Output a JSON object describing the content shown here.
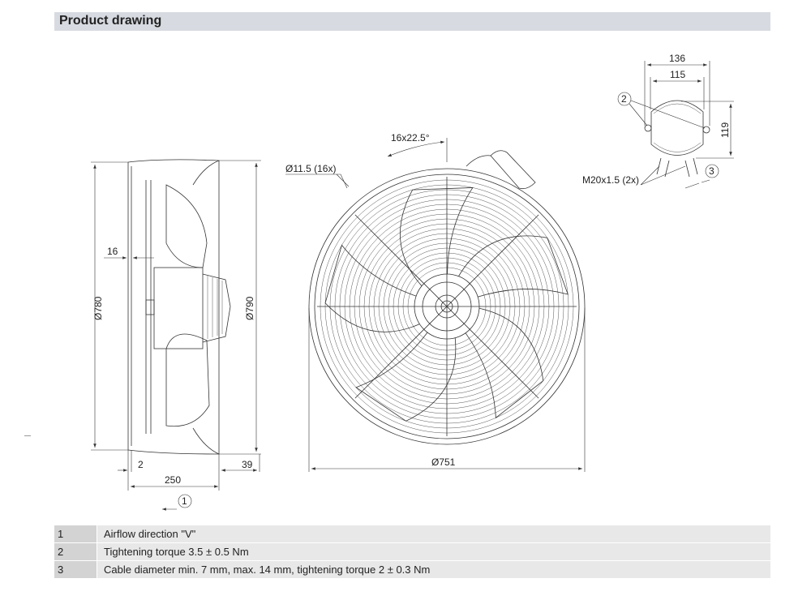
{
  "header": {
    "title": "Product drawing"
  },
  "dimensions": {
    "side_gap": "16",
    "side_outer_diameter": "Ø780",
    "side_ring_diameter": "Ø790",
    "side_bottom_offset": "2",
    "side_depth": "250",
    "side_ring_depth": "39",
    "front_hole": "Ø11.5 (16x)",
    "front_angle": "16x22.5°",
    "front_diameter": "Ø751",
    "box_width_outer": "136",
    "box_width_inner": "115",
    "box_height": "119",
    "box_gland": "M20x1.5 (2x)"
  },
  "callouts": {
    "c1": "1",
    "c2": "2",
    "c3": "3"
  },
  "notes": [
    {
      "num": "1",
      "text": "Airflow direction \"V\""
    },
    {
      "num": "2",
      "text": "Tightening torque 3.5 ± 0.5 Nm"
    },
    {
      "num": "3",
      "text": "Cable diameter min. 7 mm, max. 14 mm, tightening torque 2 ± 0.3 Nm"
    }
  ]
}
